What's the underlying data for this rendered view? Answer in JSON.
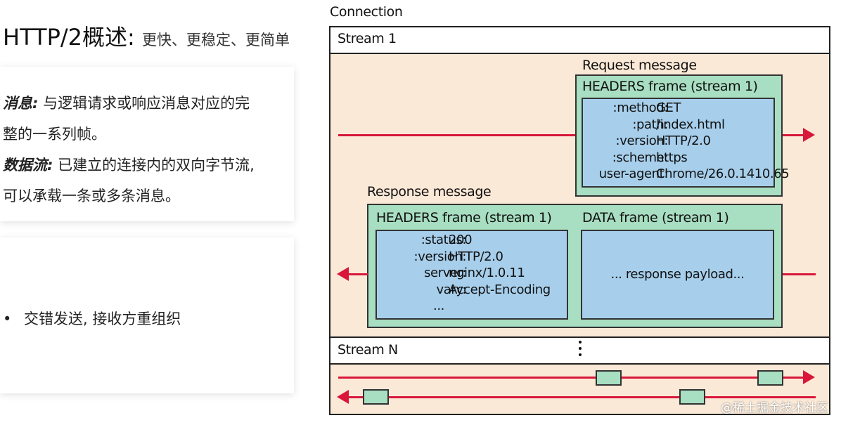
{
  "slide": {
    "title_main": "HTTP/2概述",
    "title_colon": ": ",
    "title_sub": "更快、更稳定、更简单",
    "card1": {
      "term1": "消息:",
      "def1_line1": " 与逻辑请求或响应消息对应的完",
      "def1_line2": "整的一系列帧。",
      "term2": "数据流:",
      "def2_line1": " 已建立的连接内的双向字节流,",
      "def2_line2": "可以承载一条或多条消息。"
    },
    "card2": {
      "bullet": "•",
      "bullet_text": "交错发送, 接收方重组织"
    }
  },
  "diagram": {
    "connection_label": "Connection",
    "stream1_label": "Stream 1",
    "request_message_label": "Request message",
    "request_headers_label": "HEADERS frame (stream 1)",
    "request_headers": [
      {
        "k": ":method:",
        "v": "GET"
      },
      {
        "k": ":path:",
        "v": "/index.html"
      },
      {
        "k": ":version:",
        "v": "HTTP/2.0"
      },
      {
        "k": ":scheme:",
        "v": "https"
      },
      {
        "k": "user-agent:",
        "v": "Chrome/26.0.1410.65"
      }
    ],
    "response_message_label": "Response message",
    "response_headers_label": "HEADERS frame (stream 1)",
    "response_headers": [
      {
        "k": ":status:",
        "v": "200"
      },
      {
        "k": ":version:",
        "v": "HTTP/2.0"
      },
      {
        "k": "server:",
        "v": "nginx/1.0.11"
      },
      {
        "k": "vary:",
        "v": "Accept-Encoding"
      },
      {
        "k": "",
        "v": "..."
      }
    ],
    "data_frame_label": "DATA frame (stream 1)",
    "response_payload": "... response payload...",
    "streamN_label": "Stream N"
  },
  "watermark": "@稀土掘金技术社区",
  "colors": {
    "stream_fill": "#fbe9d7",
    "headers_frame": "#a8dec1",
    "header_block": "#a7cfec",
    "arrow": "#d8173a"
  }
}
